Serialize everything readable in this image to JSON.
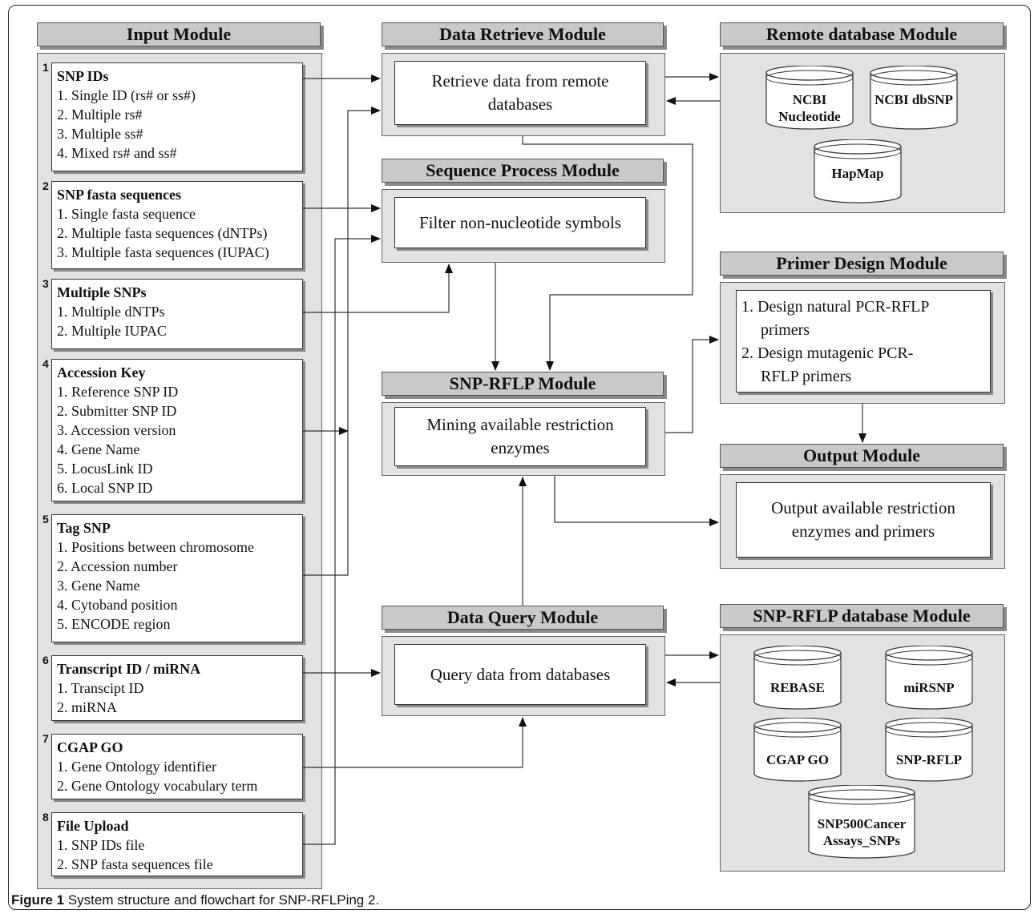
{
  "modules": {
    "input": "Input Module",
    "retrieve": "Data Retrieve Module",
    "remote": "Remote database Module",
    "sequence": "Sequence Process Module",
    "primer": "Primer Design Module",
    "snprflp": "SNP-RFLP Module",
    "output": "Output Module",
    "query": "Data Query Module",
    "snprflp_db": "SNP-RFLP database Module"
  },
  "inputs": [
    {
      "num": "1",
      "title": "SNP IDs",
      "items": [
        "1. Single ID (rs# or ss#)",
        "2. Multiple rs#",
        "3. Multiple ss#",
        "4. Mixed rs# and ss#"
      ]
    },
    {
      "num": "2",
      "title": "SNP fasta sequences",
      "items": [
        "1. Single fasta sequence",
        "2. Multiple fasta sequences (dNTPs)",
        "3. Multiple fasta sequences (IUPAC)"
      ]
    },
    {
      "num": "3",
      "title": "Multiple SNPs",
      "items": [
        "1. Multiple dNTPs",
        "2. Multiple IUPAC"
      ]
    },
    {
      "num": "4",
      "title": "Accession Key",
      "items": [
        "1. Reference SNP ID",
        "2. Submitter SNP ID",
        "3. Accession version",
        "4. Gene Name",
        "5. LocusLink ID",
        "6. Local SNP ID"
      ]
    },
    {
      "num": "5",
      "title": "Tag SNP",
      "items": [
        "1. Positions between chromosome",
        "2. Accession number",
        "3. Gene Name",
        "4. Cytoband position",
        "5. ENCODE region"
      ]
    },
    {
      "num": "6",
      "title": "Transcript ID / miRNA",
      "items": [
        "1. Transcipt ID",
        "2. miRNA"
      ]
    },
    {
      "num": "7",
      "title": "CGAP GO",
      "items": [
        "1. Gene Ontology identifier",
        "2. Gene Ontology vocabulary term"
      ]
    },
    {
      "num": "8",
      "title": "File Upload",
      "items": [
        "1. SNP IDs file",
        "2. SNP fasta sequences file"
      ]
    }
  ],
  "boxes": {
    "retrieve": "Retrieve data from remote databases",
    "filter": "Filter non-nucleotide symbols",
    "mining": "Mining available restriction enzymes",
    "query": "Query data from databases",
    "output": "Output available restriction enzymes and primers",
    "primer1": "1. Design natural PCR-RFLP",
    "primer1b": "primers",
    "primer2": "2. Design mutagenic PCR-",
    "primer2b": "RFLP primers"
  },
  "remote_dbs": [
    "NCBI Nucleotide",
    "NCBI dbSNP",
    "HapMap"
  ],
  "local_dbs": [
    "REBASE",
    "miRSNP",
    "CGAP GO",
    "SNP-RFLP",
    "SNP500Cancer Assays_SNPs"
  ],
  "caption": {
    "label": "Figure 1",
    "text": " System structure and flowchart for SNP-RFLPing 2",
    "tail": "."
  }
}
